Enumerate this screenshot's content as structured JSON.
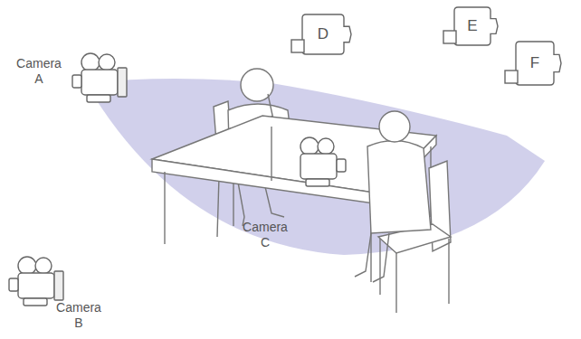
{
  "diagram": {
    "nodes": [
      {
        "text": [
          "D"
        ]
      },
      {
        "text": [
          "E"
        ]
      },
      {
        "text": [
          "F"
        ]
      }
    ],
    "labels": [
      "Camera A",
      "Camera B",
      "Camera C"
    ]
  }
}
